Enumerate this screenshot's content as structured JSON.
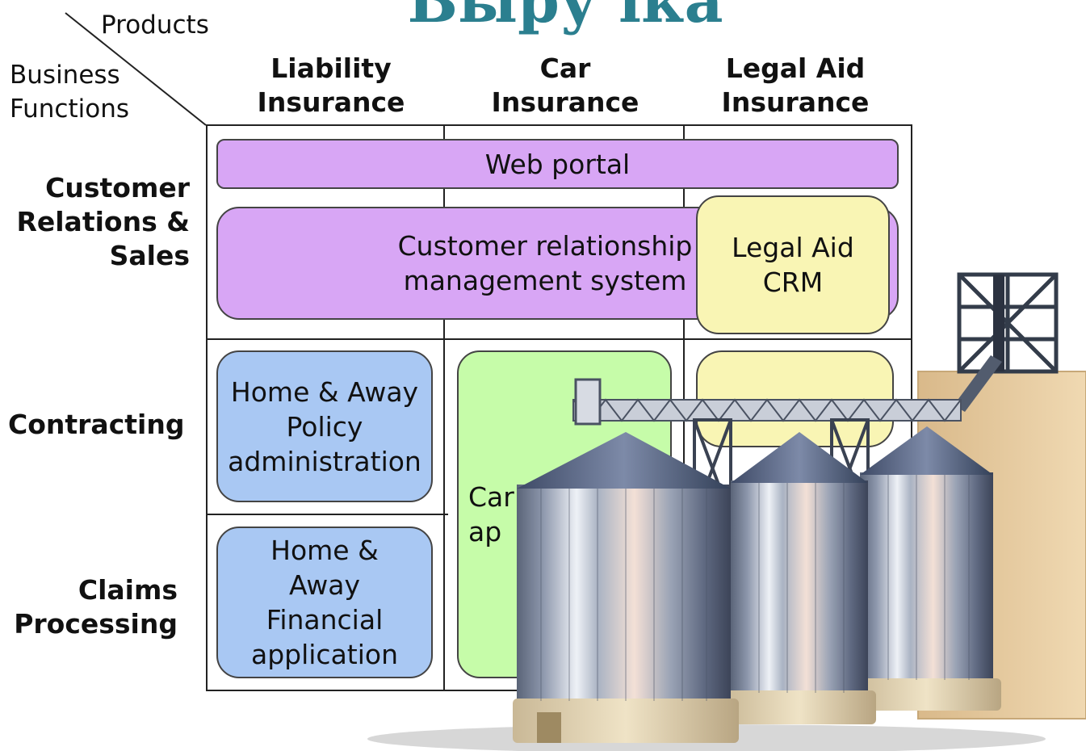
{
  "title": "Выру іка",
  "corner": {
    "products": "Products",
    "business_functions": "Business Functions"
  },
  "columns": [
    "Liability Insurance",
    "Car Insurance",
    "Legal Aid Insurance"
  ],
  "rows": [
    "Customer Relations & Sales",
    "Contracting",
    "Claims Processing"
  ],
  "systems": {
    "web_portal": "Web portal",
    "crm": "Customer relationship management system",
    "legal_aid_crm": "Legal Aid CRM",
    "policy_admin": "Home & Away Policy administration",
    "financial_app": "Home & Away Financial application",
    "car_app_partial": "Car ap"
  },
  "colors": {
    "title": "#2b7f8f",
    "purple": "#d8a6f5",
    "yellow": "#f9f5b4",
    "blue": "#a9c8f3",
    "green": "#c6fca9"
  },
  "illustration": "grain-silo-icon"
}
